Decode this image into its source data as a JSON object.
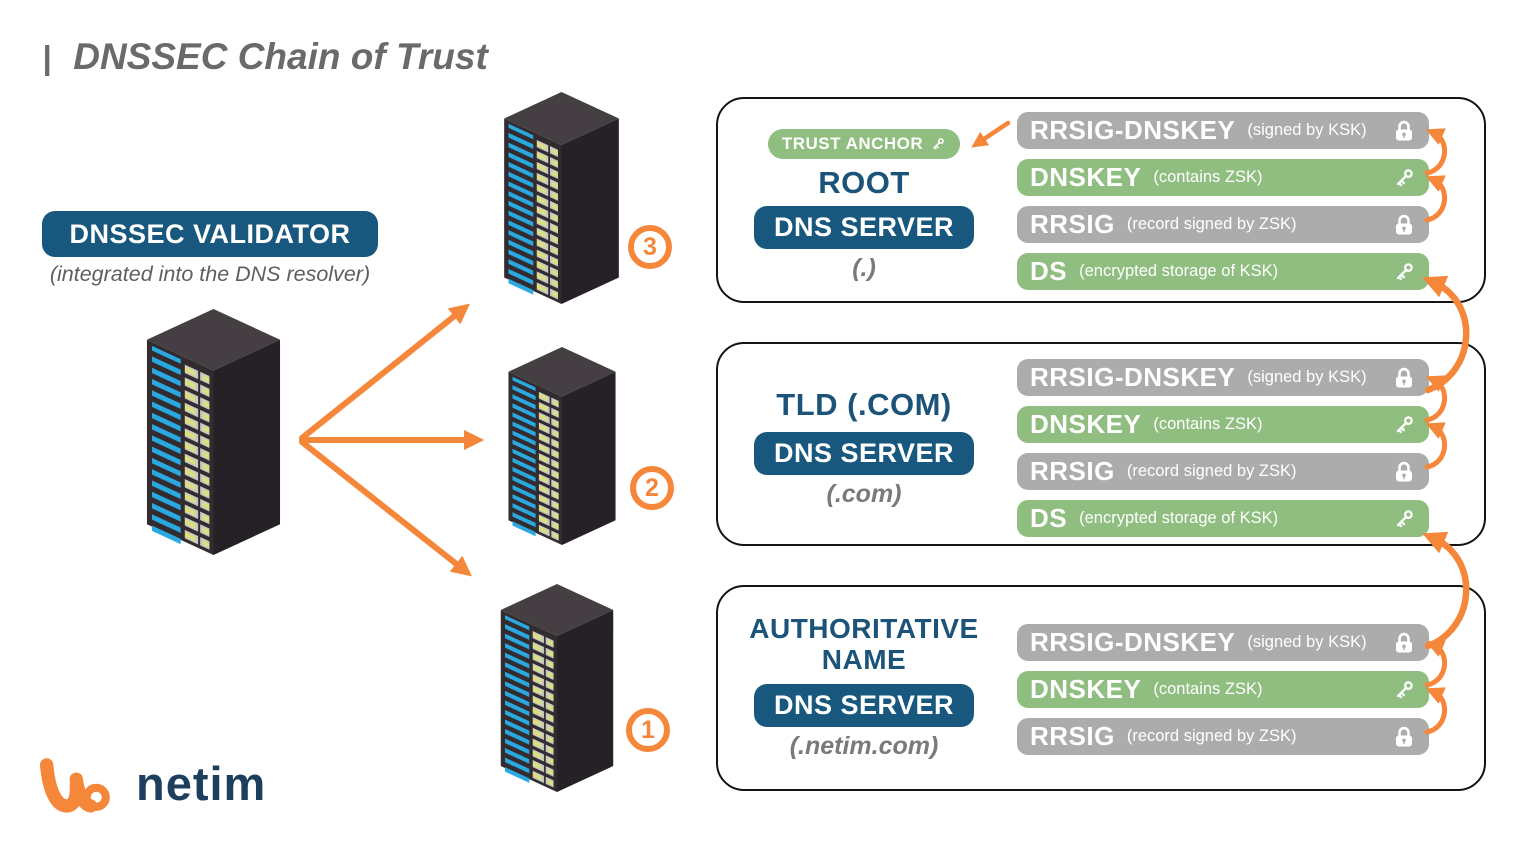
{
  "header": {
    "bullet": "|",
    "title": "DNSSEC Chain of Trust"
  },
  "validator": {
    "label": "DNSSEC VALIDATOR",
    "subtitle": "(integrated into the DNS resolver)"
  },
  "server_numbers": [
    "3",
    "2",
    "1"
  ],
  "panels": [
    {
      "id": "root",
      "trust_anchor_label": "TRUST ANCHOR",
      "titles": [
        "ROOT"
      ],
      "server_badge": "DNS SERVER",
      "zone": "(.)",
      "bars": [
        {
          "label": "RRSIG-DNSKEY",
          "note": "(signed by KSK)",
          "icon": "lock",
          "style": "gray"
        },
        {
          "label": "DNSKEY",
          "note": "(contains ZSK)",
          "icon": "key",
          "style": "green"
        },
        {
          "label": "RRSIG",
          "note": "(record signed by ZSK)",
          "icon": "lock",
          "style": "gray"
        },
        {
          "label": "DS",
          "note": "(encrypted storage of KSK)",
          "icon": "key",
          "style": "green"
        }
      ]
    },
    {
      "id": "tld",
      "titles": [
        "TLD (.COM)"
      ],
      "server_badge": "DNS SERVER",
      "zone": "(.com)",
      "bars": [
        {
          "label": "RRSIG-DNSKEY",
          "note": "(signed by KSK)",
          "icon": "lock",
          "style": "gray"
        },
        {
          "label": "DNSKEY",
          "note": "(contains ZSK)",
          "icon": "key",
          "style": "green"
        },
        {
          "label": "RRSIG",
          "note": "(record signed by ZSK)",
          "icon": "lock",
          "style": "gray"
        },
        {
          "label": "DS",
          "note": "(encrypted storage of KSK)",
          "icon": "key",
          "style": "green"
        }
      ]
    },
    {
      "id": "authoritative",
      "titles": [
        "AUTHORITATIVE",
        "NAME"
      ],
      "server_badge": "DNS SERVER",
      "zone": "(.netim.com)",
      "bars": [
        {
          "label": "RRSIG-DNSKEY",
          "note": "(signed by KSK)",
          "icon": "lock",
          "style": "gray"
        },
        {
          "label": "DNSKEY",
          "note": "(contains ZSK)",
          "icon": "key",
          "style": "green"
        },
        {
          "label": "RRSIG",
          "note": "(record signed by ZSK)",
          "icon": "lock",
          "style": "gray"
        }
      ]
    }
  ],
  "logo": {
    "brand": "netim"
  },
  "colors": {
    "orange": "#F5873B",
    "green": "#8FBE80",
    "gray": "#ACACAC",
    "badge_blue": "#19587E",
    "title_blue": "#1B5379",
    "logo_navy": "#1D3E5C",
    "heading_gray": "#6A6A6A"
  }
}
